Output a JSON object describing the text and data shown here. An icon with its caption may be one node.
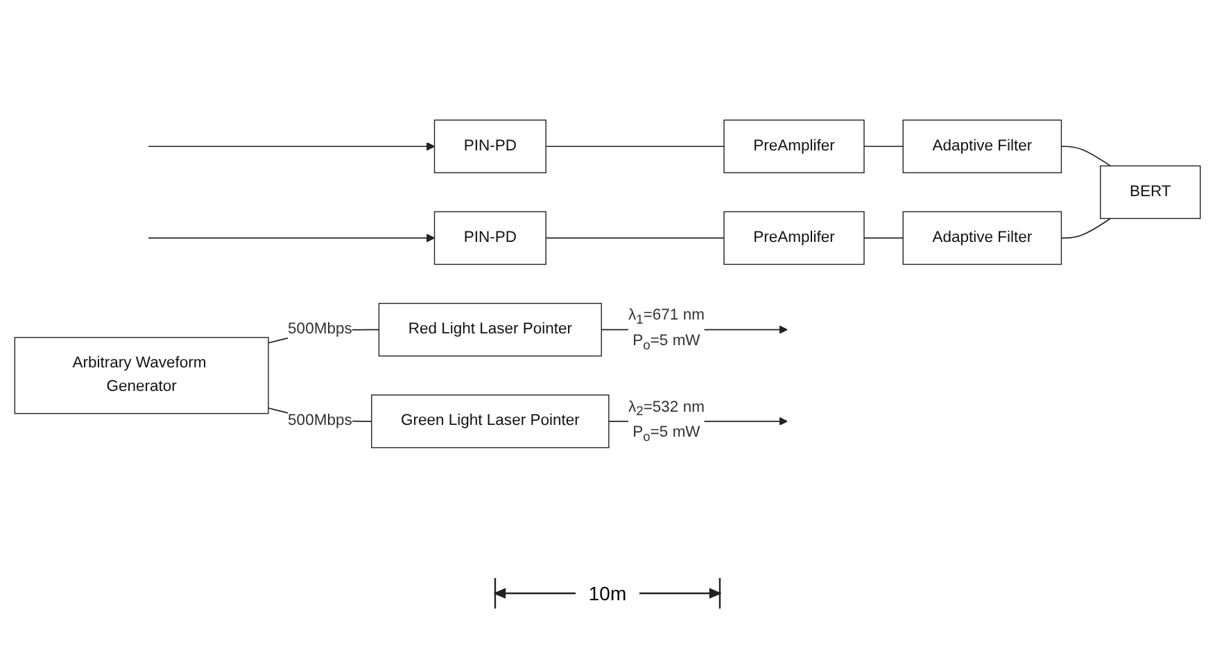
{
  "diagram": {
    "nodes": [
      {
        "text": [
          "Arbitrary Waveform Generator"
        ]
      },
      {
        "text": [
          "Red Light Laser Pointer"
        ],
        "beside": [
          "λ$_{1}$=671 nm",
          "P$_{o}$=5 mW"
        ]
      },
      {
        "text": [
          "PIN-PD"
        ]
      },
      {
        "text": [
          "PreAmplifer"
        ]
      },
      {
        "text": [
          "Adaptive Filter"
        ]
      },
      {
        "text": [
          "BERT"
        ]
      },
      {
        "text": [
          "Green Light Laser Pointer"
        ],
        "beside": [
          "λ$_{2}$=532 nm",
          "P$_{o}$=5 mW"
        ]
      },
      {
        "text": [
          "PIN-PD"
        ]
      },
      {
        "text": [
          "PreAmplifer"
        ]
      },
      {
        "text": [
          "Adaptive Filter"
        ]
      }
    ],
    "edges": [
      {
        "from": 0,
        "to": 1,
        "arrow": "none",
        "label": "500Mbps"
      },
      {
        "from": 0,
        "to": 6,
        "arrow": "none",
        "label": "500Mbps"
      },
      {
        "from": 1,
        "to": null,
        "arrow": "to"
      },
      {
        "from": null,
        "to": 2,
        "arrow": "to"
      },
      {
        "from": 2,
        "to": 3,
        "arrow": "none"
      },
      {
        "from": 3,
        "to": 4,
        "arrow": "none"
      },
      {
        "from": 4,
        "to": 5,
        "arrow": "none"
      },
      {
        "from": 6,
        "to": null,
        "arrow": "to"
      },
      {
        "from": null,
        "to": 7,
        "arrow": "to"
      },
      {
        "from": 7,
        "to": 8,
        "arrow": "none"
      },
      {
        "from": 8,
        "to": 9,
        "arrow": "none"
      },
      {
        "from": 9,
        "to": 5,
        "arrow": "none"
      }
    ],
    "labels": [
      "10m"
    ]
  }
}
